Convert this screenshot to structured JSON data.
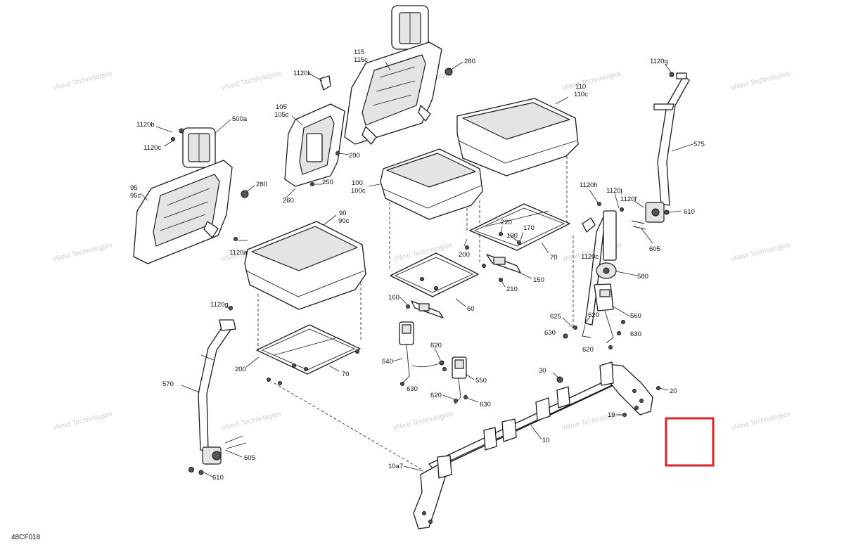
{
  "diagram_code": "48CF018",
  "watermark_text": "vNext Technologies",
  "highlight_color": "#d9262a",
  "labels": {
    "l_1120g_top": "1120g",
    "l_575": "575",
    "l_610_right": "610",
    "l_605_right": "605",
    "l_1120h": "1120h",
    "l_1120j": "1120j",
    "l_1120f": "1120f",
    "l_1120c_mid": "1120c",
    "l_580": "580",
    "l_560": "560",
    "l_620_r1": "620",
    "l_625": "625",
    "l_630_r1": "630",
    "l_630_r2": "630",
    "l_620_r2": "620",
    "l_115": "115",
    "l_115c": "115c",
    "l_280_top": "280",
    "l_1120k": "1120k",
    "l_105": "105",
    "l_105c": "105c",
    "l_290": "290",
    "l_250": "250",
    "l_260": "260",
    "l_110": "110",
    "l_110c": "110c",
    "l_100": "100",
    "l_100c": "100c",
    "l_220": "220",
    "l_190": "190",
    "l_170": "170",
    "l_200_mid": "200",
    "l_70_mid": "70",
    "l_150": "150",
    "l_210": "210",
    "l_160": "160",
    "l_60": "60",
    "l_1120b": "1120b",
    "l_1120c_left": "1120c",
    "l_500a": "500a",
    "l_95": "95",
    "l_95c": "95c",
    "l_280_left": "280",
    "l_90": "90",
    "l_90c": "90c",
    "l_1120a": "1120a",
    "l_1120g_left": "1120g",
    "l_570": "570",
    "l_200_left": "200",
    "l_70_left": "70",
    "l_605_left": "605",
    "l_610_left": "610",
    "l_540": "540",
    "l_620_m1": "620",
    "l_550": "550",
    "l_630_m1": "630",
    "l_620_m2": "620",
    "l_630_m2": "630",
    "l_30": "30",
    "l_20": "20",
    "l_19": "19",
    "l_10": "10",
    "l_10a7": "10a7"
  }
}
